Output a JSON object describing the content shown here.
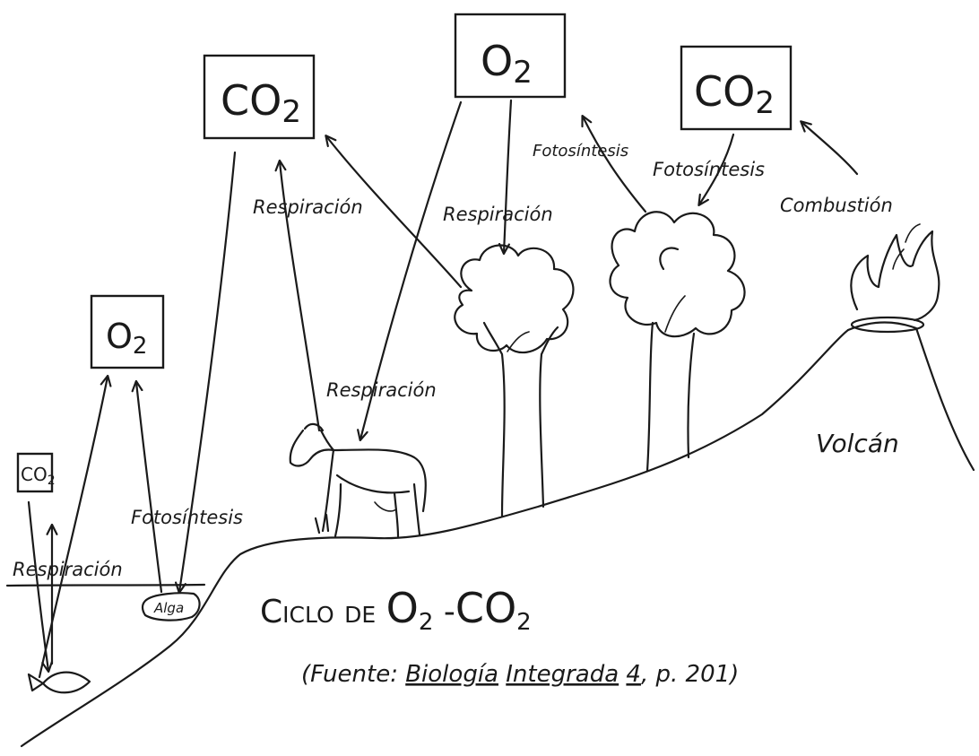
{
  "boxes": {
    "co2_top_left": {
      "chem": "CO",
      "sub": "2"
    },
    "o2_top_center": {
      "chem": "O",
      "sub": "2"
    },
    "co2_top_right": {
      "chem": "CO",
      "sub": "2"
    },
    "o2_left": {
      "chem": "O",
      "sub": "2"
    },
    "co2_small": {
      "chem": "CO",
      "sub": "2"
    }
  },
  "labels": {
    "respiracion_1": "Respiración",
    "respiracion_2": "Respiración",
    "respiracion_3": "Respiración",
    "respiracion_water": "Respiración",
    "fotosintesis_1": "Fotosíntesis",
    "fotosintesis_2": "Fotosíntesis",
    "fotosintesis_left": "Fotosíntesis",
    "combustion": "Combustión",
    "volcan": "Volcán",
    "alga": "Alga"
  },
  "title": {
    "prefix": "Ciclo de",
    "o": "O",
    "o_sub": "2",
    "dash": " -",
    "co": "CO",
    "co_sub": "2"
  },
  "source": {
    "open": "(Fuente:",
    "book1": "Biología",
    "book2": "Integrada",
    "num": "4",
    "rest": ", p. 201)"
  }
}
